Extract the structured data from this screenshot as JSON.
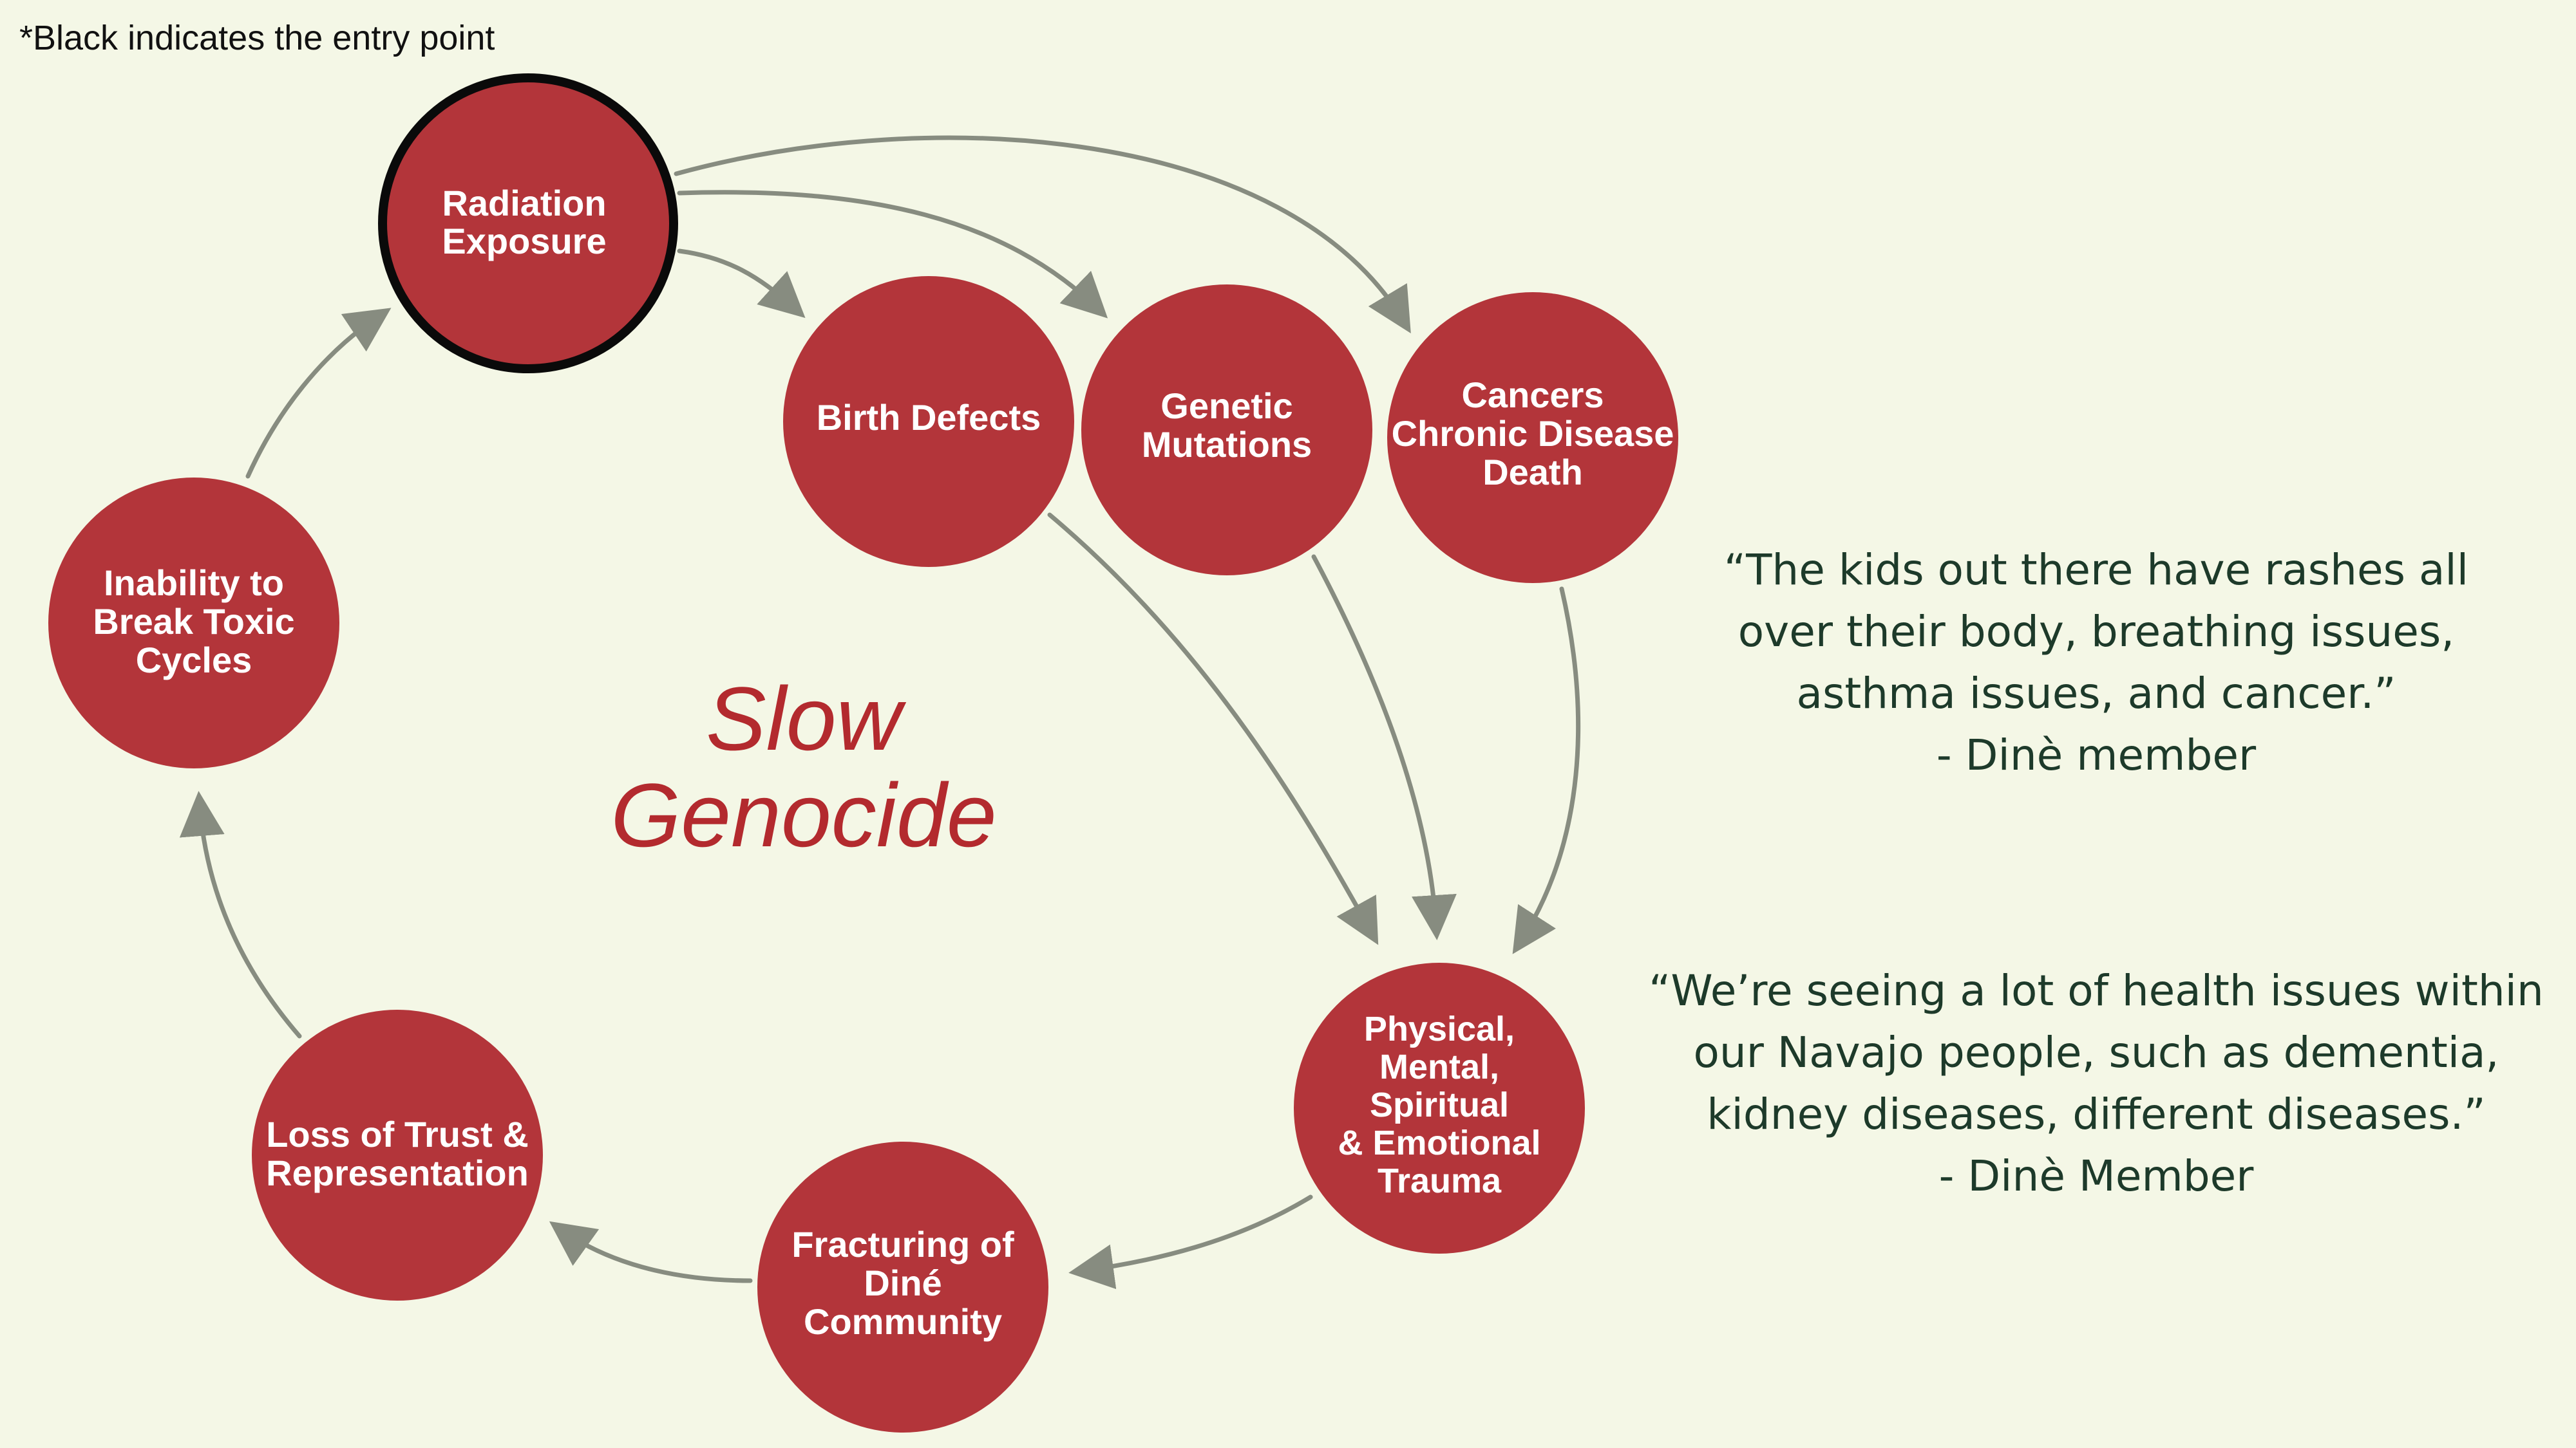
{
  "note": "*Black indicates the entry point",
  "center_title": {
    "line1": "Slow",
    "line2": "Genocide"
  },
  "nodes": [
    {
      "id": "radiation-exposure",
      "lines": [
        "Radiation",
        "Exposure"
      ],
      "entry_point": true
    },
    {
      "id": "birth-defects",
      "lines": [
        "Birth Defects"
      ]
    },
    {
      "id": "genetic-mutations",
      "lines": [
        "Genetic",
        "Mutations"
      ]
    },
    {
      "id": "cancers-chronic-disease-death",
      "lines": [
        "Cancers",
        "Chronic Disease",
        "Death"
      ]
    },
    {
      "id": "trauma",
      "lines": [
        "Physical,",
        "Mental,",
        "Spiritual",
        "& Emotional",
        "Trauma"
      ]
    },
    {
      "id": "fracturing-of-dine-community",
      "lines": [
        "Fracturing of",
        "Diné",
        "Community"
      ]
    },
    {
      "id": "loss-of-trust",
      "lines": [
        "Loss of Trust &",
        "Representation"
      ]
    },
    {
      "id": "inability-to-break-toxic-cycles",
      "lines": [
        "Inability to",
        "Break Toxic",
        "Cycles"
      ]
    }
  ],
  "quotes": [
    {
      "lines": [
        "“The kids out there have rashes all",
        "over their body, breathing issues,",
        "asthma issues, and cancer.”"
      ],
      "attribution": "- Dinè member"
    },
    {
      "lines": [
        "“We’re seeing a lot of health issues within",
        "our Navajo people, such as dementia,",
        "kidney diseases, different diseases.”"
      ],
      "attribution": "- Dinè Member"
    }
  ],
  "colors": {
    "background": "#f4f7e6",
    "node_fill": "#b3353a",
    "entry_outline": "#0a0a0a",
    "arrow": "#878c80",
    "title": "#b32a2e",
    "quote_text": "#1d3a2a"
  }
}
